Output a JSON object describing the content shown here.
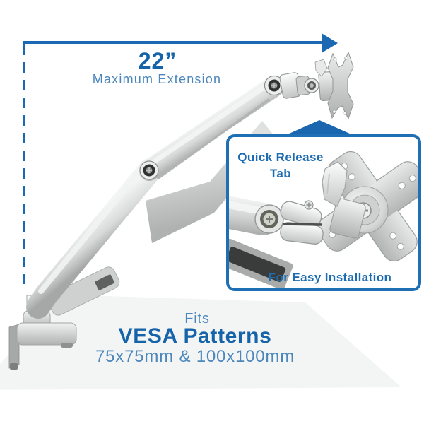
{
  "palette": {
    "background": "#ffffff",
    "dimension_blue": "#1b69b3",
    "pointer_blue": "#1a67b0",
    "box_border_blue": "#1e6fb4",
    "heading_blue_dark": "#1563a8",
    "heading_blue_light": "#4c87bc",
    "inset_text_blue": "#1d6cb2",
    "desk_gray": "#f3f4f4",
    "arm_silver": "#d6d8d8"
  },
  "dimension_callout": {
    "value": "22”",
    "label": "Maximum Extension"
  },
  "inset_callout": {
    "title_line1": "Quick Release",
    "title_line2": "Tab",
    "caption": "For Easy Installation"
  },
  "vesa_note": {
    "intro": "Fits",
    "title": "VESA Patterns",
    "sizes": "75x75mm & 100x100mm"
  }
}
